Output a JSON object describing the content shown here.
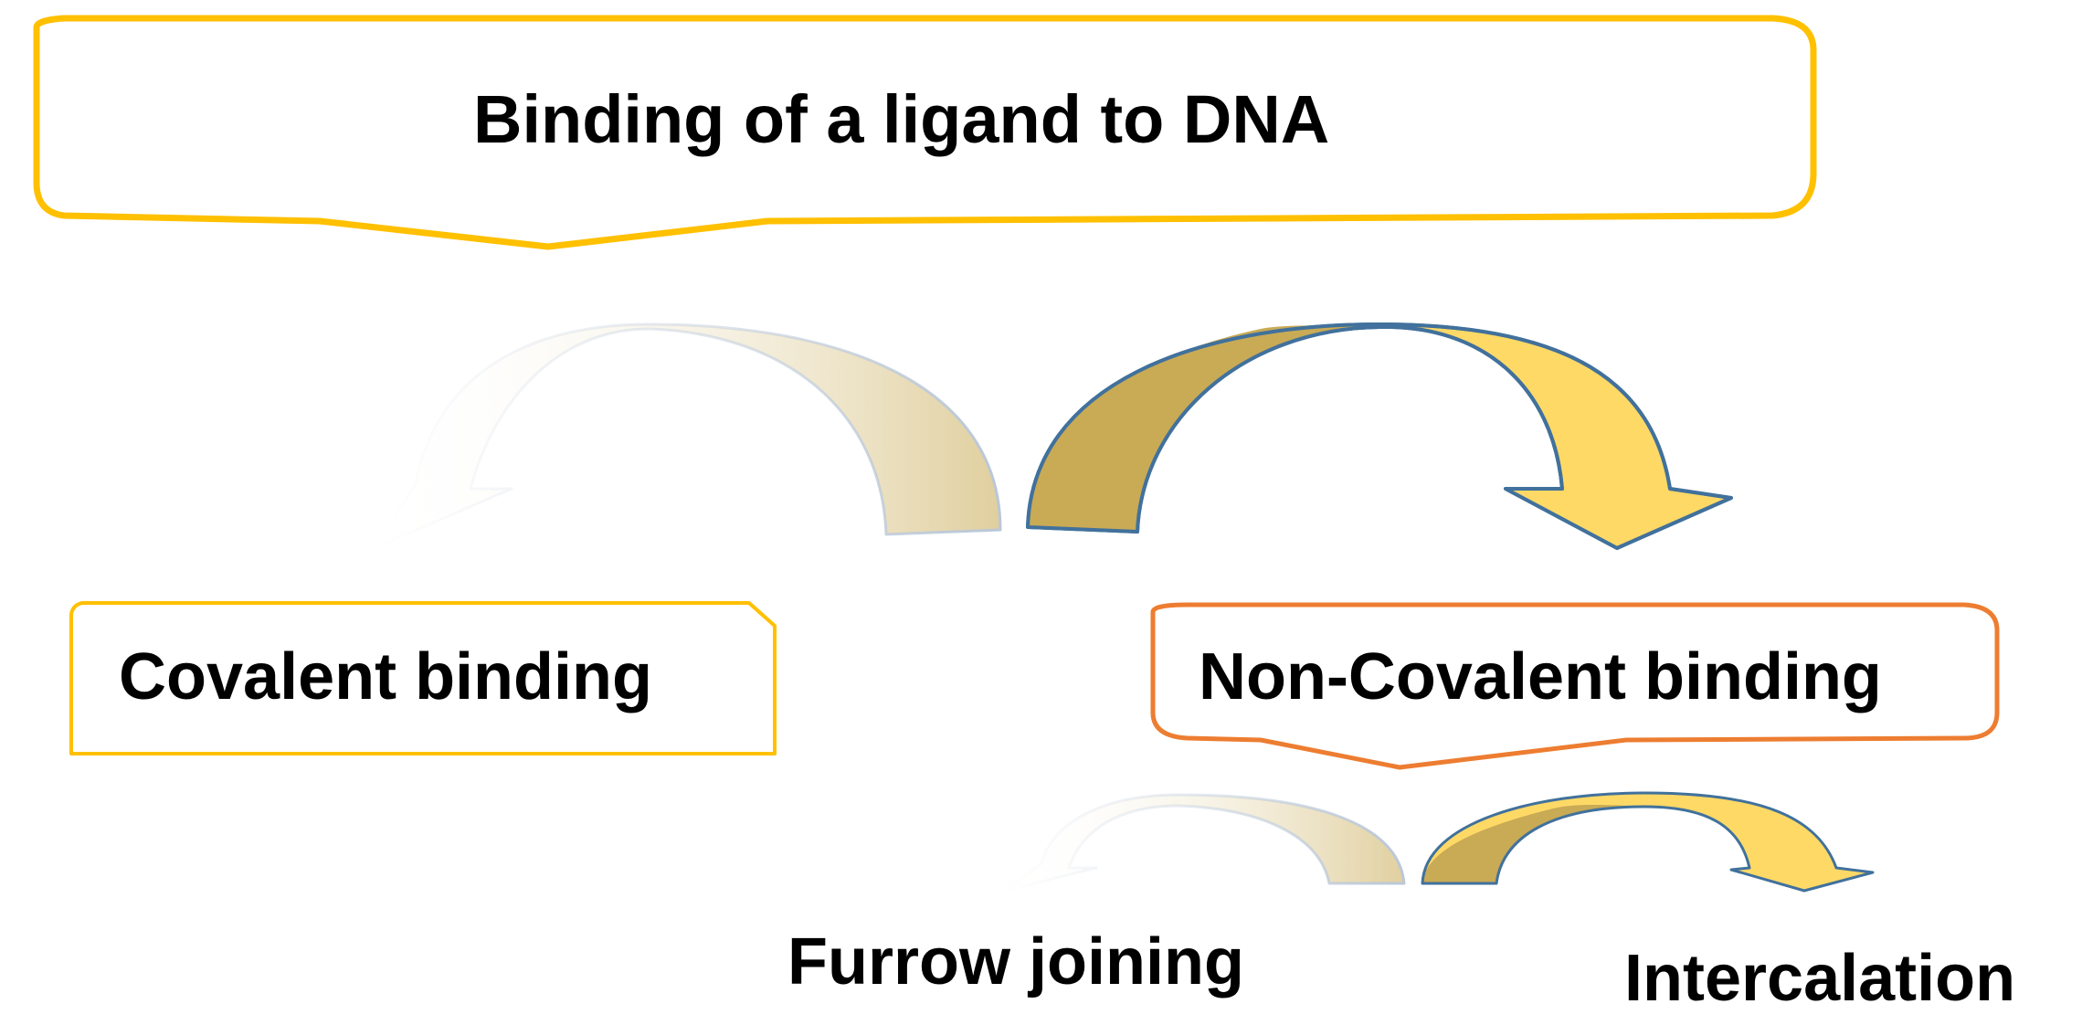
{
  "diagram": {
    "root": {
      "label": "Binding of a ligand to DNA"
    },
    "branches": [
      {
        "label": "Covalent binding"
      },
      {
        "label": "Non-Covalent binding"
      }
    ],
    "sub_branches": [
      {
        "label": "Furrow joining"
      },
      {
        "label": "Intercalation"
      }
    ]
  },
  "colors": {
    "root_border": "#FFC000",
    "covalent_border": "#FFC000",
    "noncovalent_border": "#ED7D31",
    "arrow_gold_dark": "#C9AA55",
    "arrow_gold_light": "#FFD966",
    "arrow_outline": "#41719C",
    "text": "#000000"
  }
}
